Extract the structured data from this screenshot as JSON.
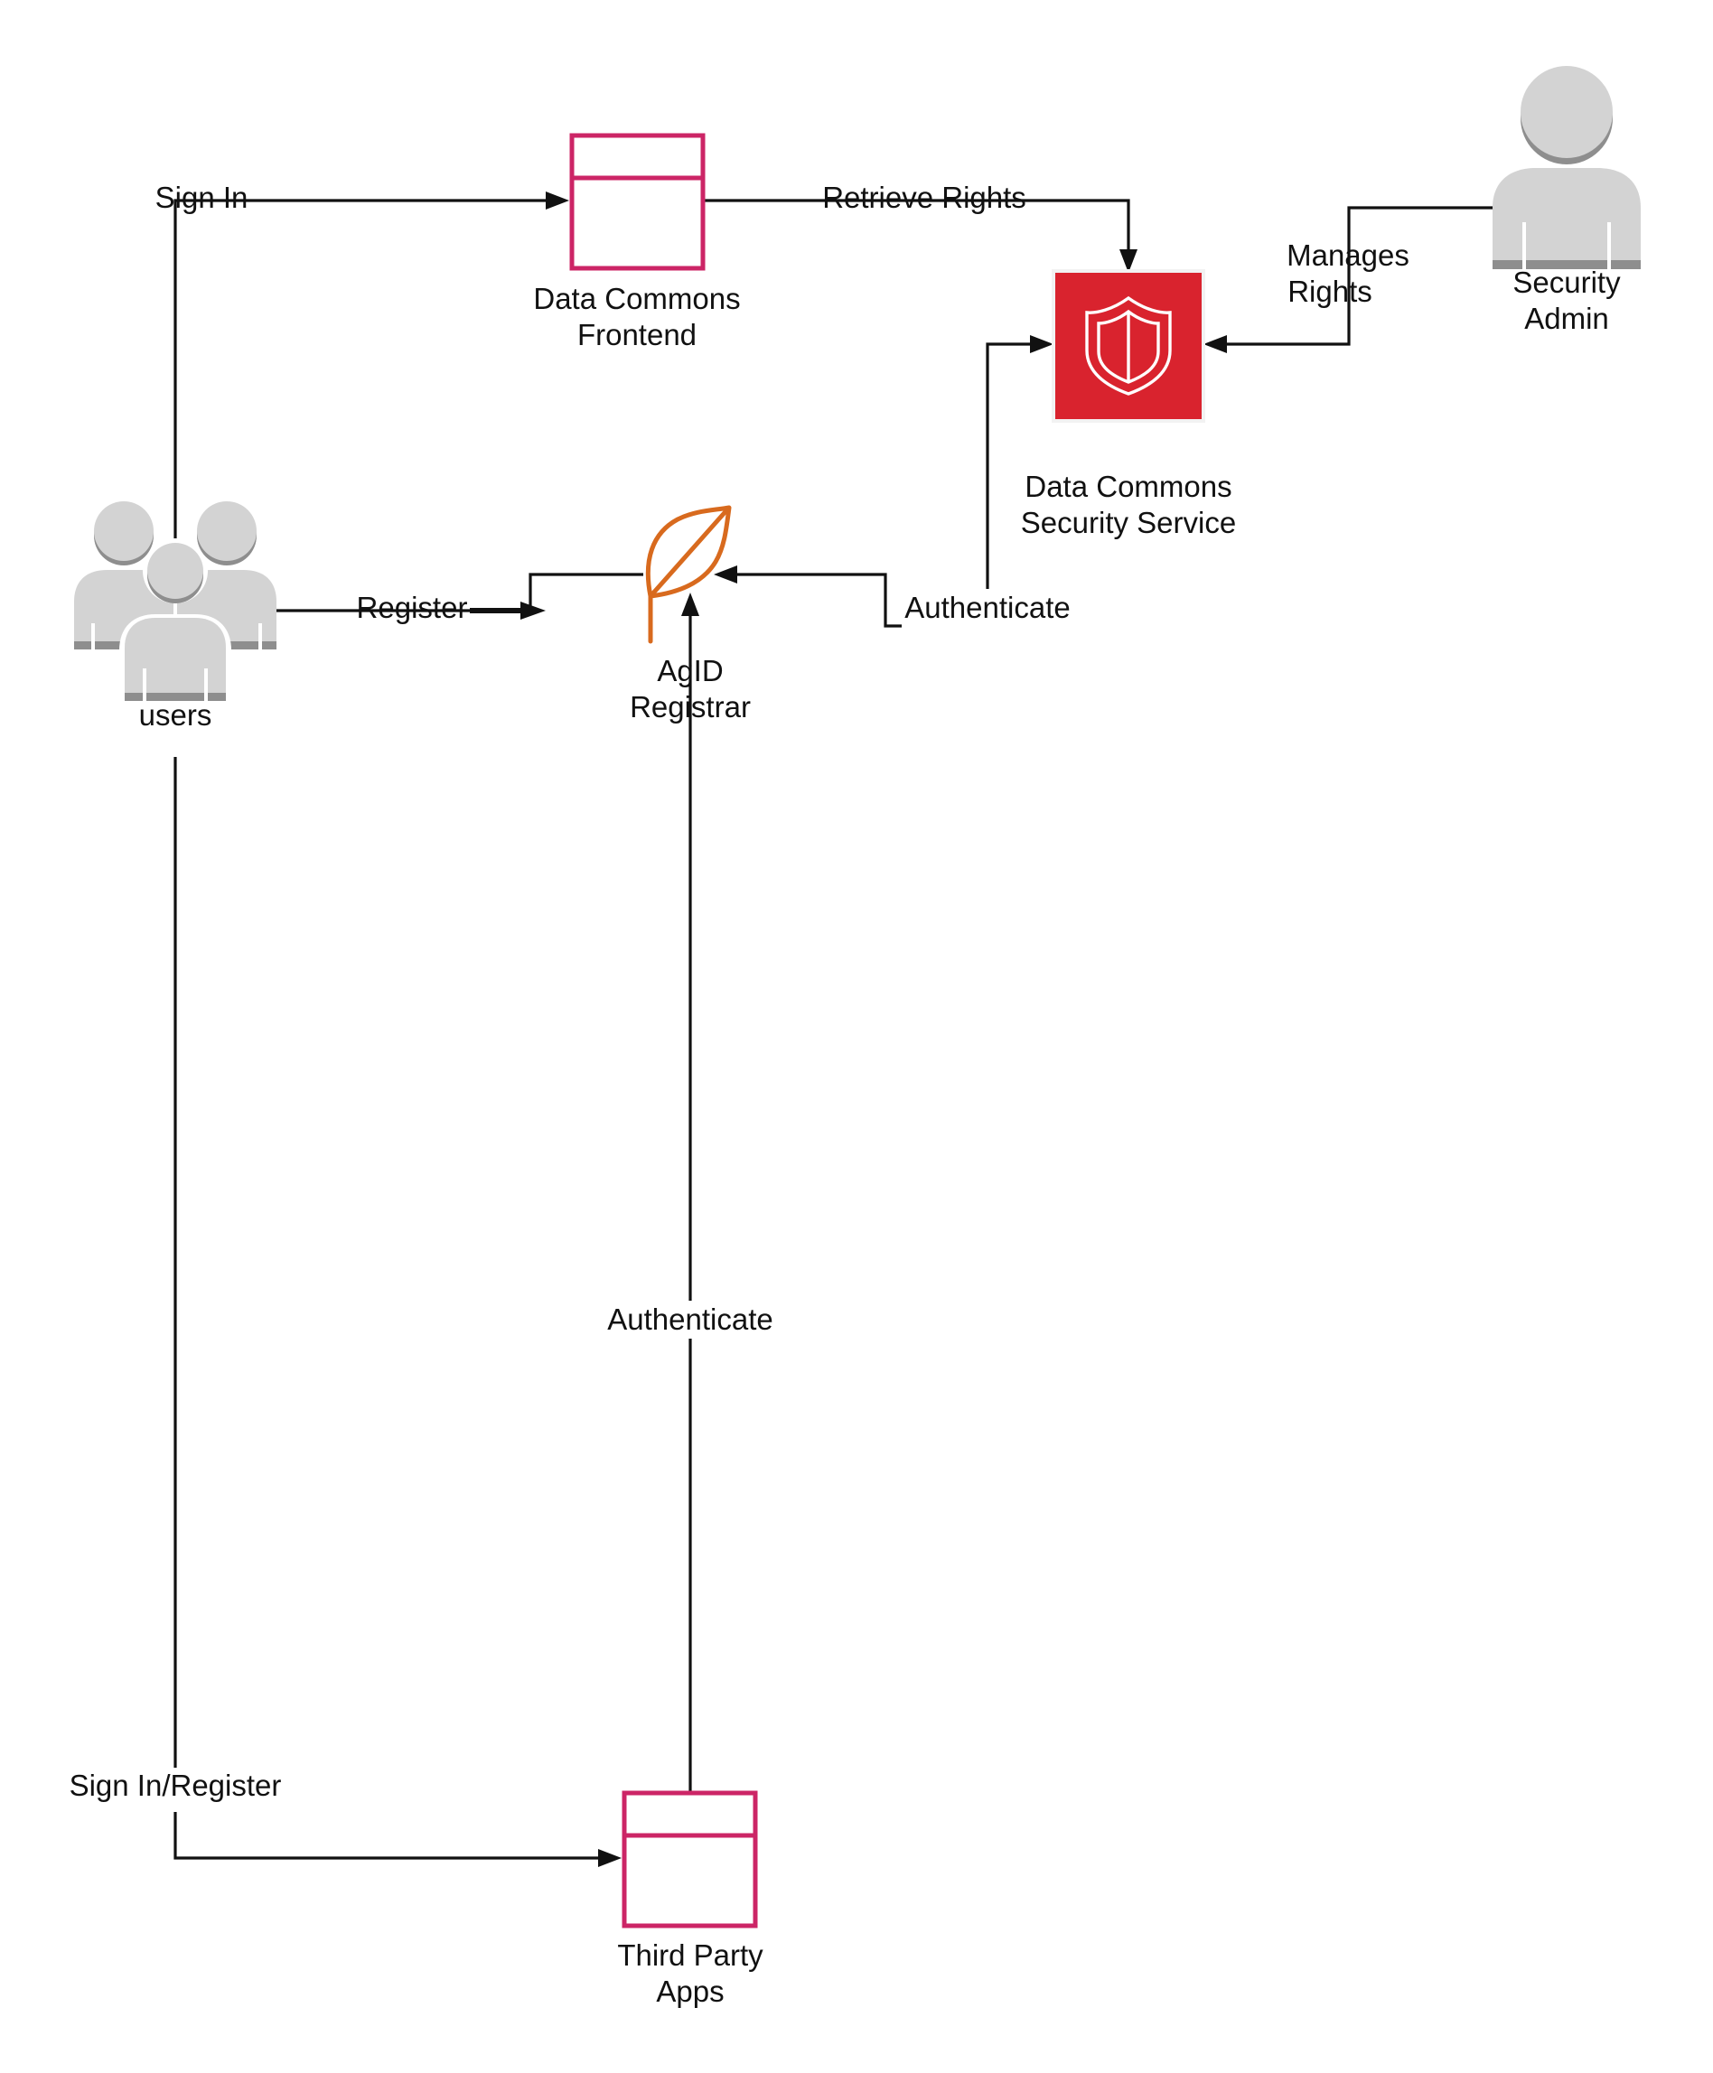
{
  "colors": {
    "edge": "#111111",
    "app_box": "#cc2566",
    "security_service": "#d9232e",
    "registrar": "#d86a1e",
    "person": "#d3d3d3",
    "person_shadow": "#8e8e8e"
  },
  "nodes": {
    "users": {
      "label": "users",
      "icon": "users-group-icon"
    },
    "frontend": {
      "label_line1": "Data Commons",
      "label_line2": "Frontend",
      "icon": "application-window-icon"
    },
    "security_service": {
      "label_line1": "Data Commons",
      "label_line2": "Security Service",
      "icon": "shield-icon"
    },
    "security_admin": {
      "label_line1": "Security",
      "label_line2": "Admin",
      "icon": "user-icon"
    },
    "registrar": {
      "label_line1": "AgID",
      "label_line2": "Registrar",
      "icon": "leaf-icon"
    },
    "third_party": {
      "label_line1": "Third Party",
      "label_line2": "Apps",
      "icon": "application-window-icon"
    }
  },
  "edges": {
    "sign_in": "Sign In",
    "retrieve_rights": "Retrieve Rights",
    "manages_rights_line1": "Manages",
    "manages_rights_line2": "Rights",
    "register": "Register",
    "authenticate_service": "Authenticate",
    "authenticate_apps": "Authenticate",
    "sign_in_register": "Sign In/Register"
  }
}
